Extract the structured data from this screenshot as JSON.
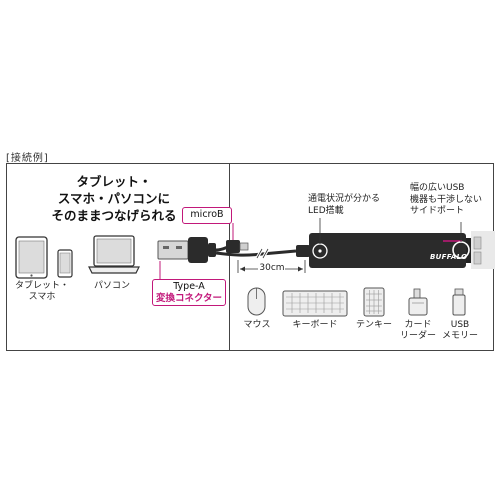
{
  "section_label": "[接続例]",
  "left_panel": {
    "headline_lines": [
      "タブレット・",
      "スマホ・パソコンに",
      "そのままつなげられる"
    ],
    "devices": [
      {
        "label_lines": [
          "タブレット・",
          "スマホ"
        ],
        "icon": "tablet-phone-icon"
      },
      {
        "label_lines": [
          "パソコン"
        ],
        "icon": "laptop-icon"
      }
    ]
  },
  "callouts": {
    "microb": "microB",
    "typea_lines": [
      "Type-A",
      "変換コネクター"
    ]
  },
  "cable_length": "30cm",
  "hub": {
    "brand": "BUFFALO",
    "led_note_lines": [
      "通電状況が分かる",
      "LED搭載"
    ],
    "port_note_lines": [
      "幅の広いUSB",
      "機器も干渉しない",
      "サイドポート"
    ]
  },
  "peripherals": [
    {
      "label_lines": [
        "マウス"
      ],
      "icon": "mouse-icon"
    },
    {
      "label_lines": [
        "キーボード"
      ],
      "icon": "keyboard-icon"
    },
    {
      "label_lines": [
        "テンキー"
      ],
      "icon": "numpad-icon"
    },
    {
      "label_lines": [
        "カード",
        "リーダー"
      ],
      "icon": "card-reader-icon"
    },
    {
      "label_lines": [
        "USB",
        "メモリー"
      ],
      "icon": "usb-memory-icon"
    }
  ],
  "colors": {
    "accent": "#c2187a",
    "hub_body": "#2b2b2b",
    "frame": "#444444"
  }
}
